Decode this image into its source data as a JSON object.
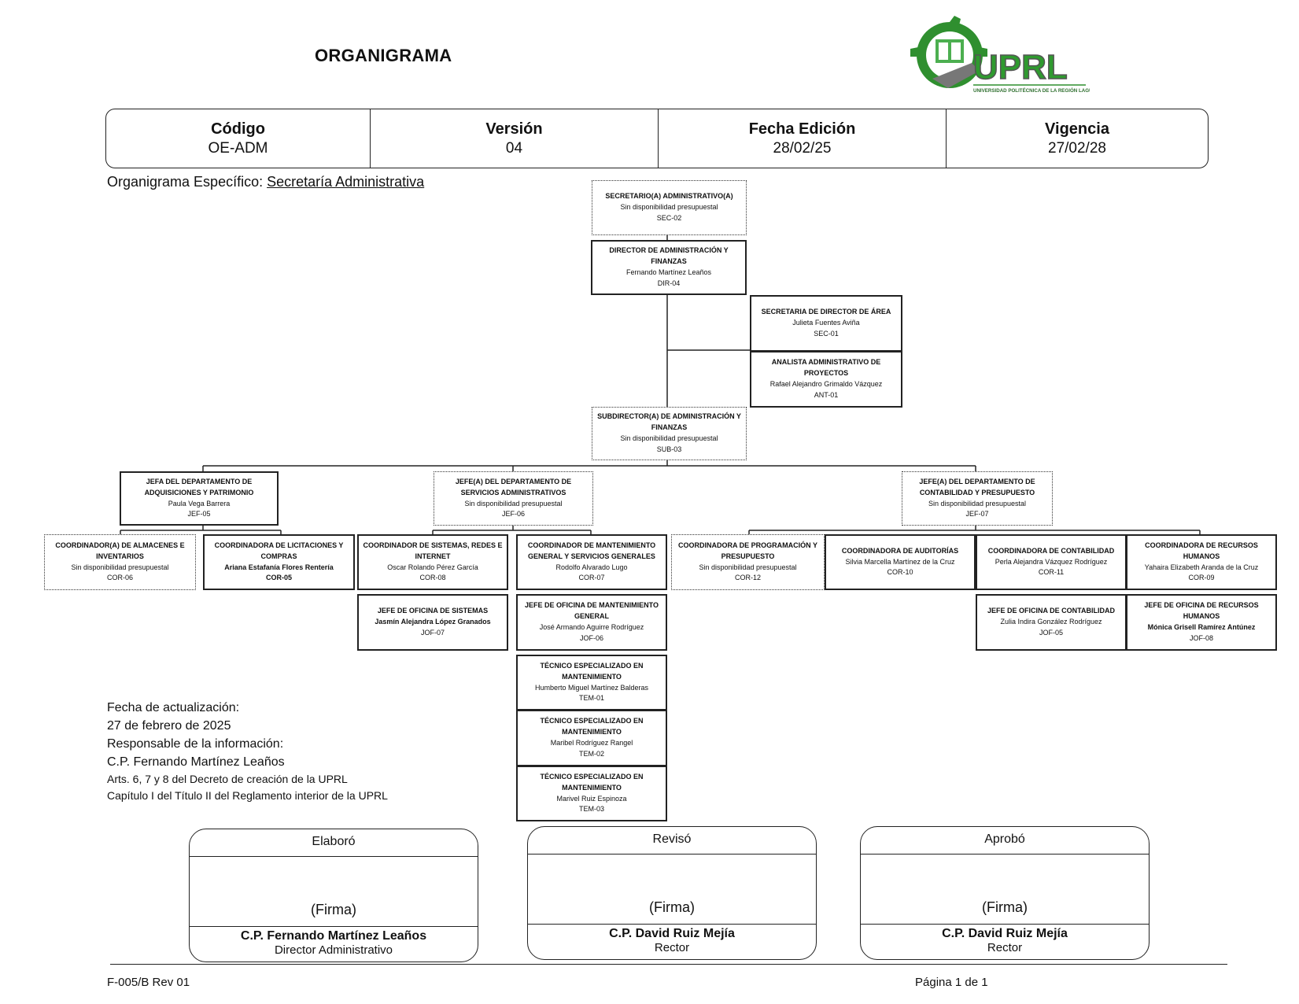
{
  "header": {
    "title": "ORGANIGRAMA",
    "logo_text": "UPRL",
    "logo_subtext": "UNIVERSIDAD POLITÉCNICA DE LA REGIÓN LAGUNA"
  },
  "meta": [
    {
      "label": "Código",
      "value": "OE-ADM"
    },
    {
      "label": "Versión",
      "value": "04"
    },
    {
      "label": "Fecha Edición",
      "value": "28/02/25"
    },
    {
      "label": "Vigencia",
      "value": "27/02/28"
    }
  ],
  "subtitle": {
    "prefix": "Organigrama Específico: ",
    "unit": "Secretaría Administrativa"
  },
  "org": {
    "sec02": {
      "title": "SECRETARIO(A) ADMINISTRATIVO(A)",
      "name": "Sin disponibilidad presupuestal",
      "code": "SEC-02"
    },
    "dir04": {
      "title": "DIRECTOR DE ADMINISTRACIÓN Y FINANZAS",
      "name": "Fernando Martínez Leaños",
      "code": "DIR-04"
    },
    "sec01": {
      "title": "SECRETARIA DE DIRECTOR DE ÁREA",
      "name": "Julieta Fuentes Aviña",
      "code": "SEC-01"
    },
    "ant01": {
      "title": "ANALISTA ADMINISTRATIVO DE PROYECTOS",
      "name": "Rafael Alejandro Grimaldo Vázquez",
      "code": "ANT-01"
    },
    "sub03": {
      "title": "SUBDIRECTOR(A) DE ADMINISTRACIÓN Y FINANZAS",
      "name": "Sin disponibilidad presupuestal",
      "code": "SUB-03"
    },
    "jef05": {
      "title": "JEFA DEL DEPARTAMENTO DE ADQUISICIONES Y PATRIMONIO",
      "name": "Paula Vega Barrera",
      "code": "JEF-05"
    },
    "jef06": {
      "title": "JEFE(A) DEL DEPARTAMENTO DE SERVICIOS ADMINISTRATIVOS",
      "name": "Sin disponibilidad presupuestal",
      "code": "JEF-06"
    },
    "jef07": {
      "title": "JEFE(A) DEL DEPARTAMENTO DE CONTABILIDAD Y PRESUPUESTO",
      "name": "Sin disponibilidad presupuestal",
      "code": "JEF-07"
    },
    "cor06": {
      "title": "COORDINADOR(A) DE ALMACENES E INVENTARIOS",
      "name": "Sin disponibilidad presupuestal",
      "code": "COR-06"
    },
    "cor05": {
      "title": "COORDINADORA DE LICITACIONES Y COMPRAS",
      "name": "Ariana Estafanía Flores Rentería",
      "code": "COR-05"
    },
    "cor08": {
      "title": "COORDINADOR DE SISTEMAS, REDES E INTERNET",
      "name": "Oscar Rolando Pérez García",
      "code": "COR-08"
    },
    "cor07": {
      "title": "COORDINADOR DE MANTENIMIENTO GENERAL Y SERVICIOS GENERALES",
      "name": "Rodolfo Alvarado Lugo",
      "code": "COR-07"
    },
    "cor12": {
      "title": "COORDINADORA DE PROGRAMACIÓN Y PRESUPUESTO",
      "name": "Sin disponibilidad presupuestal",
      "code": "COR-12"
    },
    "cor10": {
      "title": "COORDINADORA DE AUDITORÍAS",
      "name": "Silvia Marcella Martínez de la Cruz",
      "code": "COR-10"
    },
    "cor11": {
      "title": "COORDINADORA DE CONTABILIDAD",
      "name": "Perla Alejandra Vázquez Rodríguez",
      "code": "COR-11"
    },
    "cor09": {
      "title": "COORDINADORA DE RECURSOS HUMANOS",
      "name": "Yahaira Elizabeth Aranda de la Cruz",
      "code": "COR-09"
    },
    "jof07": {
      "title": "JEFE DE OFICINA DE SISTEMAS",
      "name": "Jasmín Alejandra López Granados",
      "code": "JOF-07"
    },
    "jof06": {
      "title": "JEFE DE OFICINA DE MANTENIMIENTO GENERAL",
      "name": "José Armando Aguirre Rodríguez",
      "code": "JOF-06"
    },
    "jof05": {
      "title": "JEFE DE OFICINA DE CONTABILIDAD",
      "name": "Zulia Indira González Rodríguez",
      "code": "JOF-05"
    },
    "jof08": {
      "title": "JEFE DE OFICINA DE RECURSOS HUMANOS",
      "name": "Mónica Grisell Ramírez Antúnez",
      "code": "JOF-08"
    },
    "tem01": {
      "title": "TÉCNICO ESPECIALIZADO EN MANTENIMIENTO",
      "name": "Humberto Miguel Martínez Balderas",
      "code": "TEM-01"
    },
    "tem02": {
      "title": "TÉCNICO ESPECIALIZADO EN MANTENIMIENTO",
      "name": "Maribel Rodríguez Rangel",
      "code": "TEM-02"
    },
    "tem03": {
      "title": "TÉCNICO ESPECIALIZADO EN MANTENIMIENTO",
      "name": "Marivel Ruiz Espinoza",
      "code": "TEM-03"
    }
  },
  "info": {
    "l1": "Fecha de actualización:",
    "l2": "27 de febrero de 2025",
    "l3": "Responsable de la información:",
    "l4": "C.P. Fernando Martínez Leaños",
    "l5": "Arts. 6, 7 y 8 del Decreto de creación de la UPRL",
    "l6": "Capítulo I del Título II del Reglamento interior de la UPRL"
  },
  "signatures": [
    {
      "head": "Elaboró",
      "firma": "(Firma)",
      "name": "C.P. Fernando Martínez Leaños",
      "role": "Director Administrativo"
    },
    {
      "head": "Revisó",
      "firma": "(Firma)",
      "name": "C.P. David Ruiz Mejía",
      "role": "Rector"
    },
    {
      "head": "Aprobó",
      "firma": "(Firma)",
      "name": "C.P. David Ruiz Mejía",
      "role": "Rector"
    }
  ],
  "footer": {
    "left": "F-005/B  Rev 01",
    "right": "Página 1 de 1"
  }
}
